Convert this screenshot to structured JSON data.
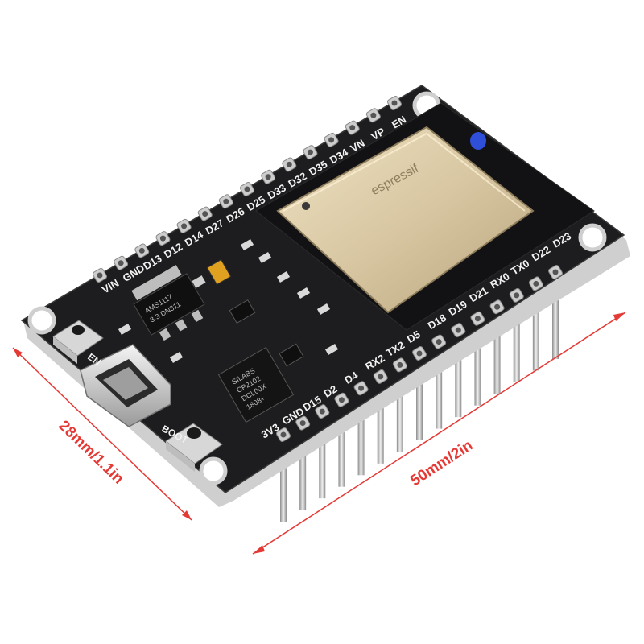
{
  "dimensions": {
    "width_label": "28mm/1.1in",
    "length_label": "50mm/2in",
    "color": "#e53935"
  },
  "board": {
    "top_pins": [
      "VIN",
      "GND",
      "D13",
      "D12",
      "D14",
      "D27",
      "D26",
      "D25",
      "D33",
      "D32",
      "D35",
      "D34",
      "VN",
      "VP",
      "EN"
    ],
    "bottom_pins": [
      "3V3",
      "GND",
      "D15",
      "D2",
      "D4",
      "RX2",
      "TX2",
      "D5",
      "D18",
      "D19",
      "D21",
      "RX0",
      "TX0",
      "D22",
      "D23"
    ],
    "button_en": "EN",
    "button_boot": "BOOT",
    "regulator_text": [
      "AMS1117",
      "3.3  DN811"
    ],
    "usb_chip_text": [
      "SILABS",
      "CP2102",
      "DCL00X",
      "1808+"
    ],
    "module_brand": "espressif",
    "colors": {
      "pcb": "#1c1c1e",
      "pcb_edge": "#d9d9d9",
      "shield": "#d8c7a2",
      "led": "#2f4fd8",
      "pin": "#c9c9c9"
    }
  }
}
